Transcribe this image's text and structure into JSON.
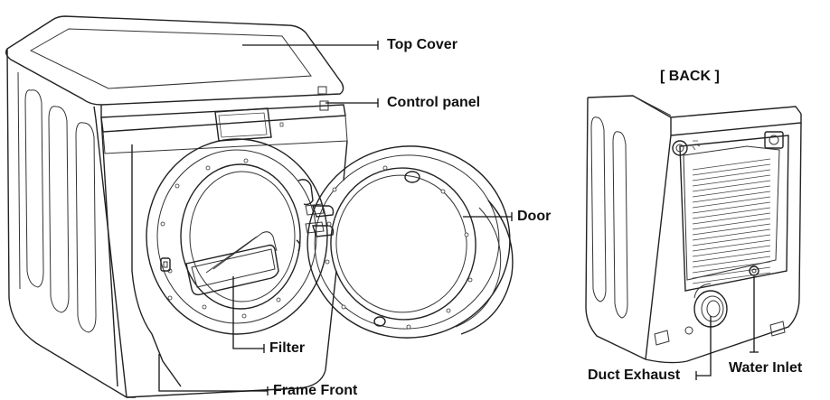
{
  "labels": {
    "top_cover": "Top Cover",
    "control_panel": "Control panel",
    "door": "Door",
    "filter": "Filter",
    "frame_front": "Frame Front",
    "back": "[ BACK ]",
    "duct_exhaust": "Duct Exhaust",
    "water_inlet": "Water Inlet"
  }
}
